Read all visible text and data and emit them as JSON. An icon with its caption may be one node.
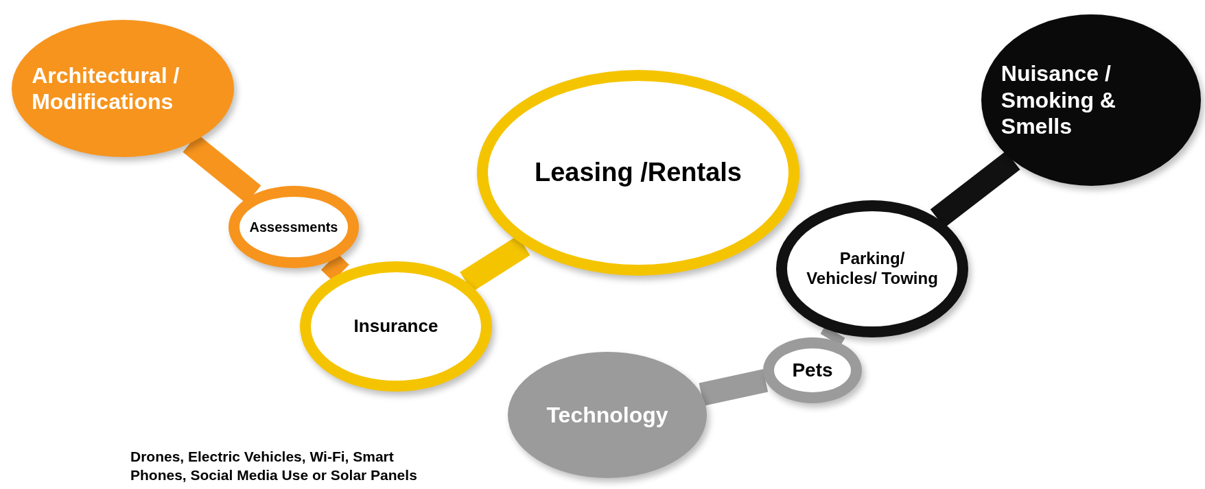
{
  "diagram": {
    "nodes": [
      {
        "text": [
          "Architectural / Modifications"
        ]
      },
      {
        "text": [
          "Assessments"
        ]
      },
      {
        "text": [
          "Insurance"
        ]
      },
      {
        "text": [
          "Leasing /Rentals"
        ]
      },
      {
        "text": [
          "Parking/ Vehicles/ Towing"
        ]
      },
      {
        "text": [
          "Nuisance / Smoking & Smells"
        ]
      },
      {
        "text": [
          "Pets"
        ]
      },
      {
        "text": [
          "Technology"
        ]
      }
    ],
    "edges": [
      {
        "from": 0,
        "to": 1,
        "arrow": "none",
        "color": "#f7941d"
      },
      {
        "from": 1,
        "to": 2,
        "arrow": "none",
        "color": "#f7941d"
      },
      {
        "from": 2,
        "to": 3,
        "arrow": "none",
        "color": "#f5c400"
      },
      {
        "from": 4,
        "to": 5,
        "arrow": "none",
        "color": "#111111"
      },
      {
        "from": 4,
        "to": 6,
        "arrow": "none",
        "color": "#9b9b9b"
      },
      {
        "from": 6,
        "to": 7,
        "arrow": "none",
        "color": "#9b9b9b"
      }
    ],
    "labels": [
      "Drones, Electric Vehicles, Wi-Fi, Smart Phones, Social Media Use or Solar Panels"
    ]
  }
}
